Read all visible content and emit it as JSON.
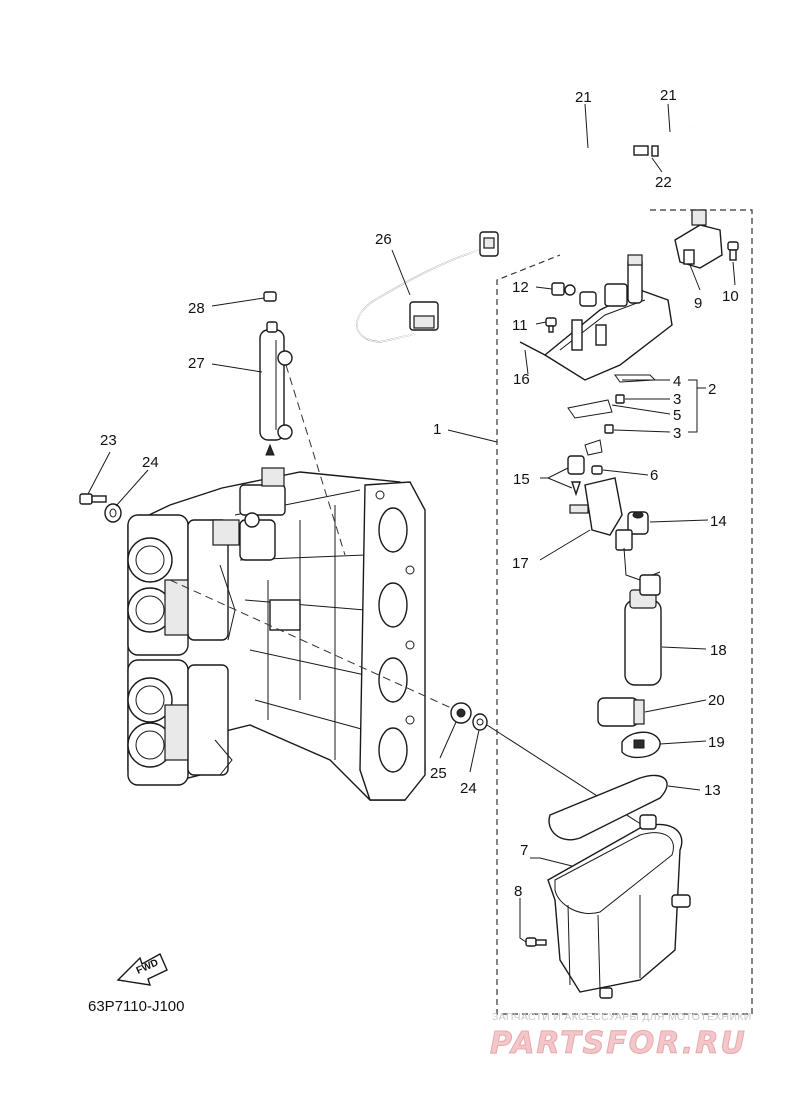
{
  "diagram_code": "63P7110-J100",
  "fwd_label": "FWD",
  "callouts": {
    "c1": "1",
    "c2": "2",
    "c3a": "3",
    "c3b": "3",
    "c4": "4",
    "c5": "5",
    "c6": "6",
    "c7": "7",
    "c8": "8",
    "c9": "9",
    "c10": "10",
    "c11": "11",
    "c12": "12",
    "c13": "13",
    "c14": "14",
    "c15": "15",
    "c16": "16",
    "c17": "17",
    "c18": "18",
    "c19": "19",
    "c20": "20",
    "c21a": "21",
    "c21b": "21",
    "c22": "22",
    "c23": "23",
    "c24a": "24",
    "c24b": "24",
    "c25": "25",
    "c26": "26",
    "c27": "27",
    "c28": "28"
  },
  "watermark": {
    "top_text": "ЗАПЧАСТИ И АКСЕССУАРЫ ДЛЯ МОТОТЕХНИКИ",
    "main_text": "PARTSFOR.RU",
    "color": "#e8a9ad"
  }
}
